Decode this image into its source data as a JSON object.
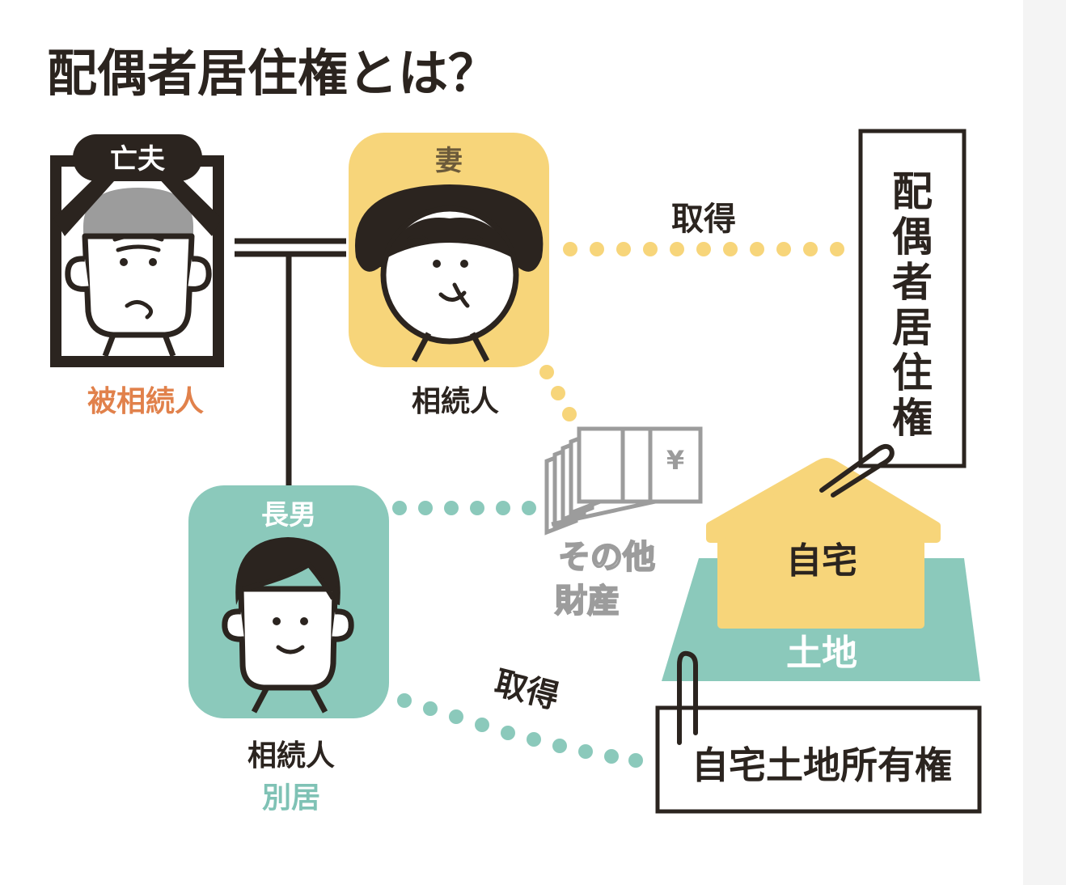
{
  "title": "配偶者居住権とは？",
  "deceased": {
    "badge": "亡夫",
    "role": "被相続人"
  },
  "wife": {
    "badge": "妻",
    "role": "相続人"
  },
  "son": {
    "badge": "長男",
    "role": "相続人",
    "note": "別居"
  },
  "links": {
    "acquire_top": "取得",
    "acquire_bottom": "取得"
  },
  "other_assets": {
    "yen": "¥",
    "line1": "その他",
    "line2": "財産"
  },
  "tags": {
    "residence_right": [
      "配",
      "偶",
      "者",
      "居",
      "住",
      "権"
    ],
    "ownership": "自宅土地所有権"
  },
  "property": {
    "house": "自宅",
    "land": "土地"
  },
  "colors": {
    "brown": "#2b241f",
    "yellow": "#f7d57a",
    "teal": "#8bc9bb",
    "orange": "#e1814b",
    "gray": "#9c9c9c",
    "teal_text": "#7fc2b5"
  }
}
